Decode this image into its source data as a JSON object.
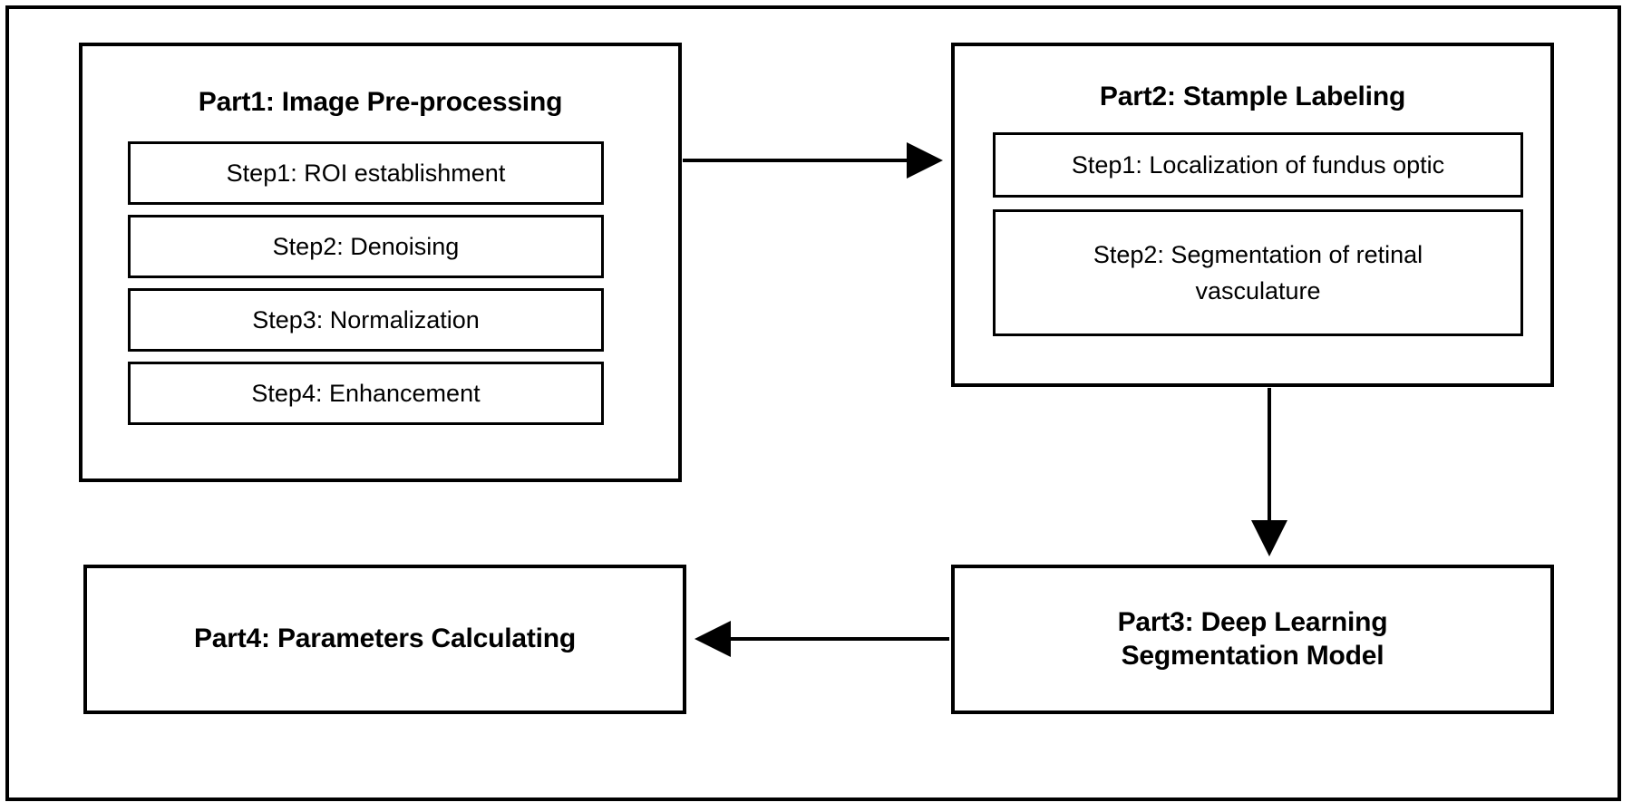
{
  "diagram": {
    "type": "flowchart",
    "title": "",
    "frame": {
      "style": "rectangle-border",
      "color": "#000000"
    },
    "nodes": [
      {
        "id": "part1",
        "label": "Part1: Image Pre-processing",
        "steps": [
          {
            "id": "p1s1",
            "label": "Step1: ROI establishment"
          },
          {
            "id": "p1s2",
            "label": "Step2: Denoising"
          },
          {
            "id": "p1s3",
            "label": "Step3: Normalization"
          },
          {
            "id": "p1s4",
            "label": "Step4: Enhancement"
          }
        ]
      },
      {
        "id": "part2",
        "label": "Part2: Stample Labeling",
        "steps": [
          {
            "id": "p2s1",
            "label": "Step1: Localization of fundus optic"
          },
          {
            "id": "p2s2",
            "label": "Step2: Segmentation of retinal\nvasculature"
          }
        ]
      },
      {
        "id": "part3",
        "label": "Part3: Deep Learning\nSegmentation Model",
        "steps": []
      },
      {
        "id": "part4",
        "label": "Part4: Parameters Calculating",
        "steps": []
      }
    ],
    "edges": [
      {
        "id": "e1",
        "from": "part1",
        "to": "part2",
        "direction": "right",
        "style": "solid-arrow"
      },
      {
        "id": "e2",
        "from": "part2",
        "to": "part3",
        "direction": "down",
        "style": "solid-arrow"
      },
      {
        "id": "e3",
        "from": "part3",
        "to": "part4",
        "direction": "left",
        "style": "solid-arrow"
      }
    ]
  }
}
